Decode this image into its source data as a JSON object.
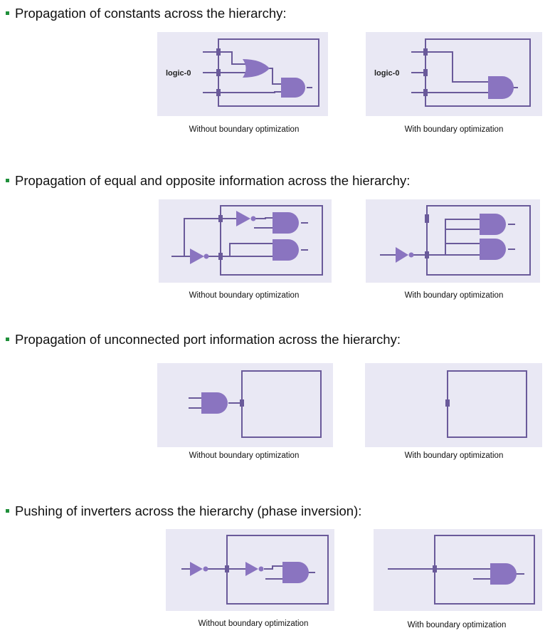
{
  "colors": {
    "wire": "#6a5a9a",
    "gate": "#8a74c0",
    "panel": "#e9e8f4",
    "bullet": "#1f8f3a"
  },
  "sections": [
    {
      "title": "Propagation of constants across the hierarchy:",
      "left_caption": "Without boundary optimization",
      "right_caption": "With boundary optimization",
      "left_label": "logic-0",
      "right_label": "logic-0"
    },
    {
      "title": "Propagation of equal and opposite information across the hierarchy:",
      "left_caption": "Without boundary optimization",
      "right_caption": "With boundary optimization"
    },
    {
      "title": "Propagation of unconnected port information across the hierarchy:",
      "left_caption": "Without boundary optimization",
      "right_caption": "With boundary optimization"
    },
    {
      "title": "Pushing of inverters across the hierarchy (phase inversion):",
      "left_caption": "Without boundary optimization",
      "right_caption": "With boundary optimization"
    }
  ]
}
